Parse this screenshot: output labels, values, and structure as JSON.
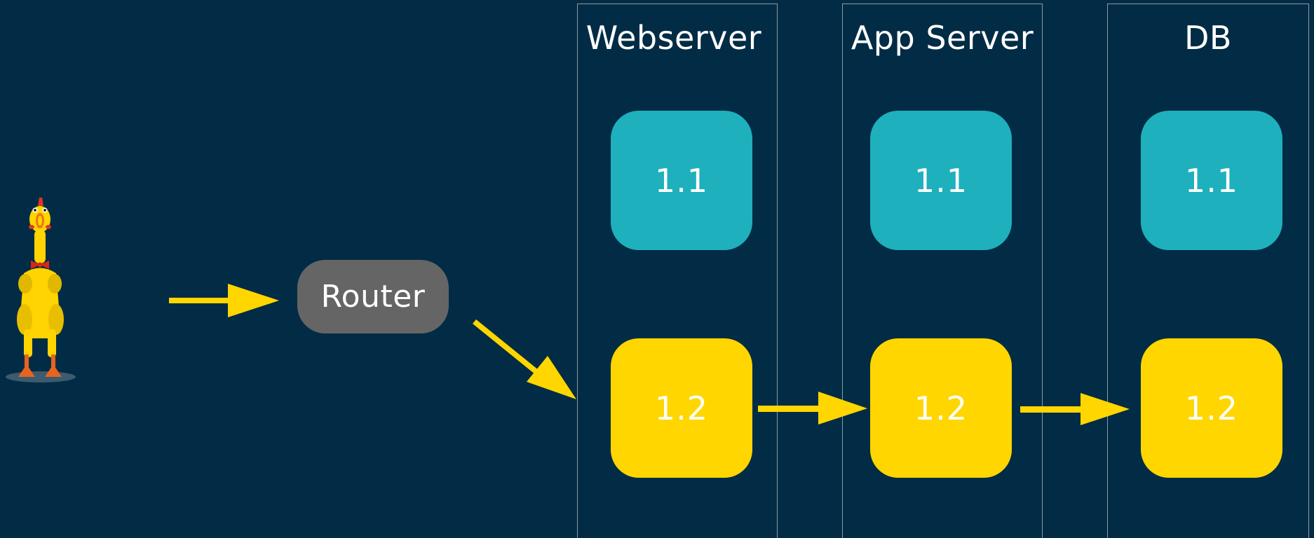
{
  "router": {
    "label": "Router"
  },
  "columns": [
    {
      "title": "Webserver",
      "boxes": [
        "1.1",
        "1.2"
      ]
    },
    {
      "title": "App Server",
      "boxes": [
        "1.1",
        "1.2"
      ]
    },
    {
      "title": "DB",
      "boxes": [
        "1.1",
        "1.2"
      ]
    }
  ],
  "colors": {
    "background": "#022c45",
    "teal": "#1eb0bd",
    "yellow": "#ffd600",
    "router": "#666565",
    "arrow": "#ffd600"
  }
}
